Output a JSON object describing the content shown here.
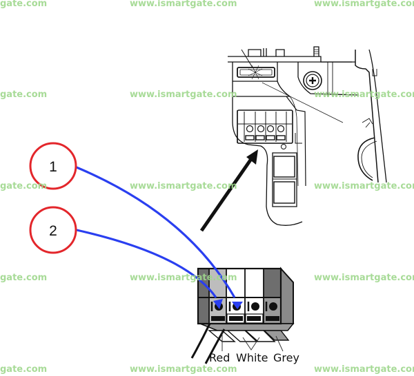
{
  "watermark": {
    "text_full": "www.ismartgate.com",
    "text_clipped": "gate.com",
    "color": "#9fd88d"
  },
  "callouts": [
    {
      "number": "1",
      "target": "Red wire terminal (2nd position)"
    },
    {
      "number": "2",
      "target": "1st terminal position"
    }
  ],
  "terminal_block": {
    "wire_labels": [
      "Red",
      "White",
      "Grey"
    ]
  },
  "colors": {
    "callout_ring": "#e3262b",
    "leader_line": "#2a3ff0",
    "pointer_arrow": "#111111",
    "terminal_dark": "#6e6e6e",
    "terminal_light": "#bdbdbd"
  }
}
